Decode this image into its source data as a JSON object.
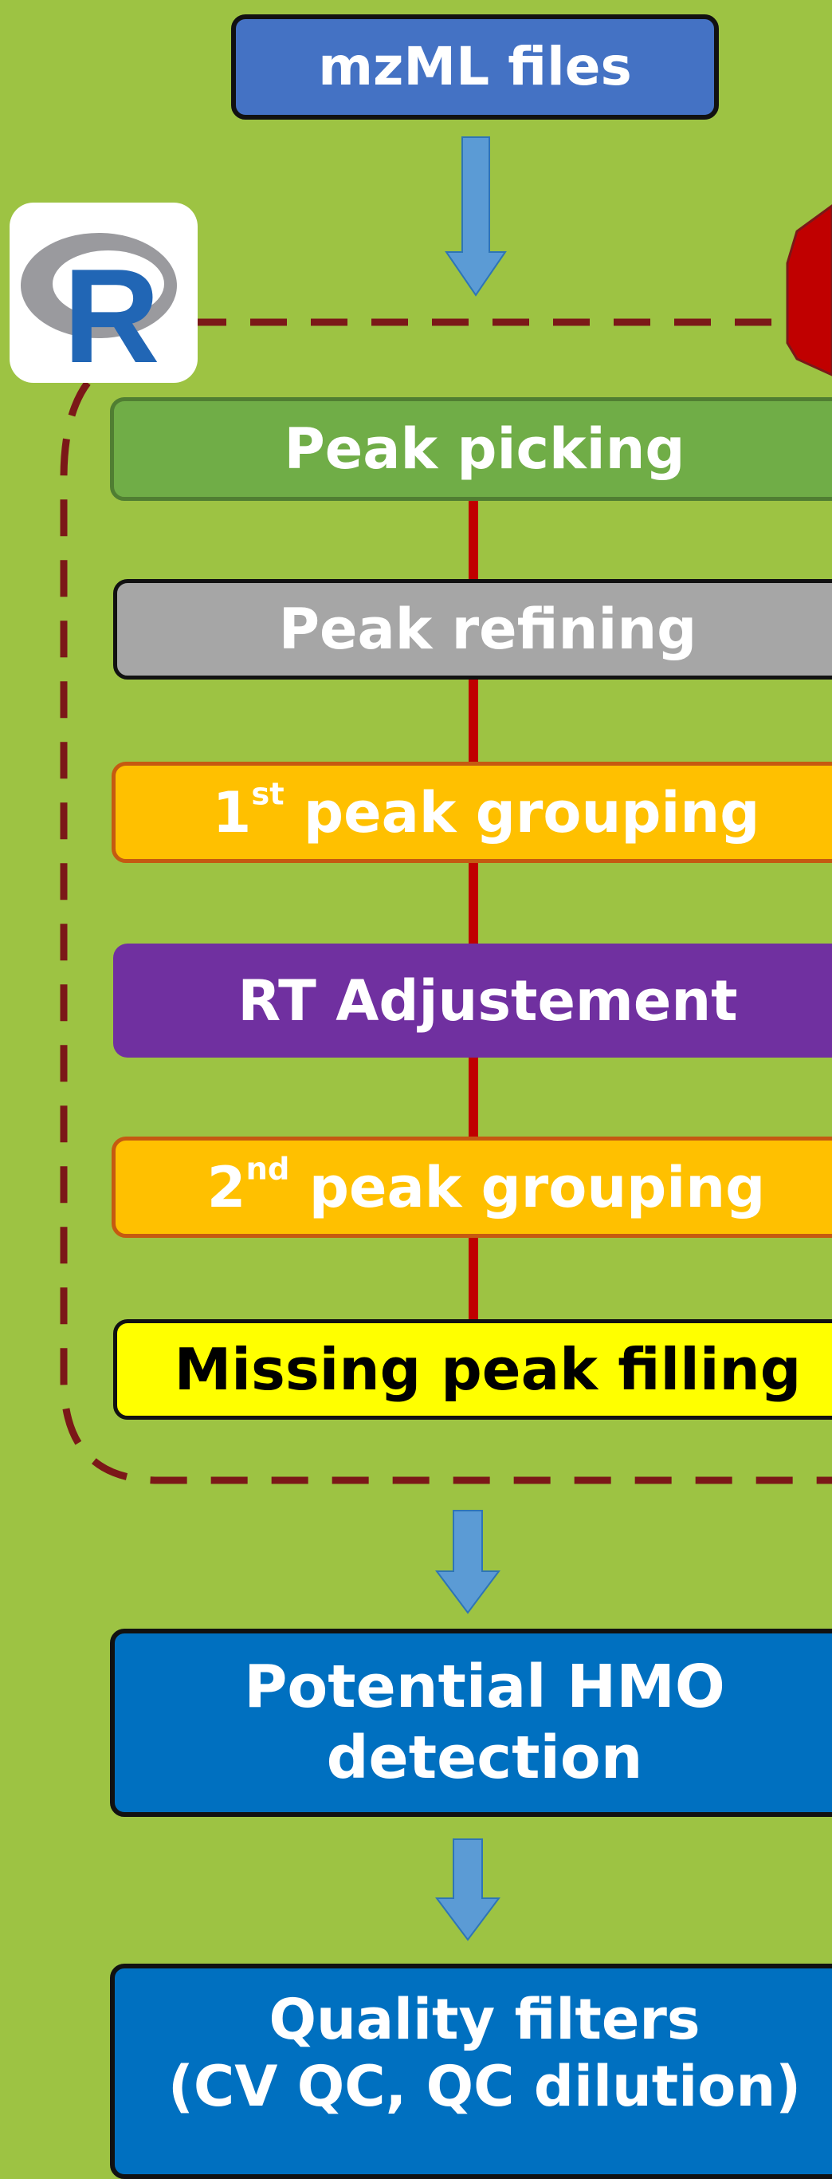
{
  "nodes": {
    "input": "mzML files",
    "step1": "Peak picking",
    "step2": "Peak refining",
    "step3": {
      "num": "1",
      "sup": "st",
      "rest": " peak grouping"
    },
    "step4": "RT Adjustement",
    "step5": {
      "num": "2",
      "sup": "nd",
      "rest": " peak grouping"
    },
    "step6": "Missing peak filling",
    "step7": {
      "line1": "Potential HMO",
      "line2": "detection"
    },
    "step8": {
      "line1": "Quality filters",
      "line2": "(CV QC, QC dilution)"
    }
  },
  "logo": {
    "letter": "R"
  },
  "colors": {
    "background": "#9dc343",
    "input": "#4472c4",
    "peak_picking": "#70ad47",
    "peak_refining": "#a6a6a6",
    "peak_grouping": "#ffc000",
    "rt_adjustment": "#7030a0",
    "missing_peak": "#ffff00",
    "detection": "#0070c0",
    "dashed_border": "#7b1818",
    "connector": "#c00000",
    "arrow": "#5b9bd5"
  }
}
